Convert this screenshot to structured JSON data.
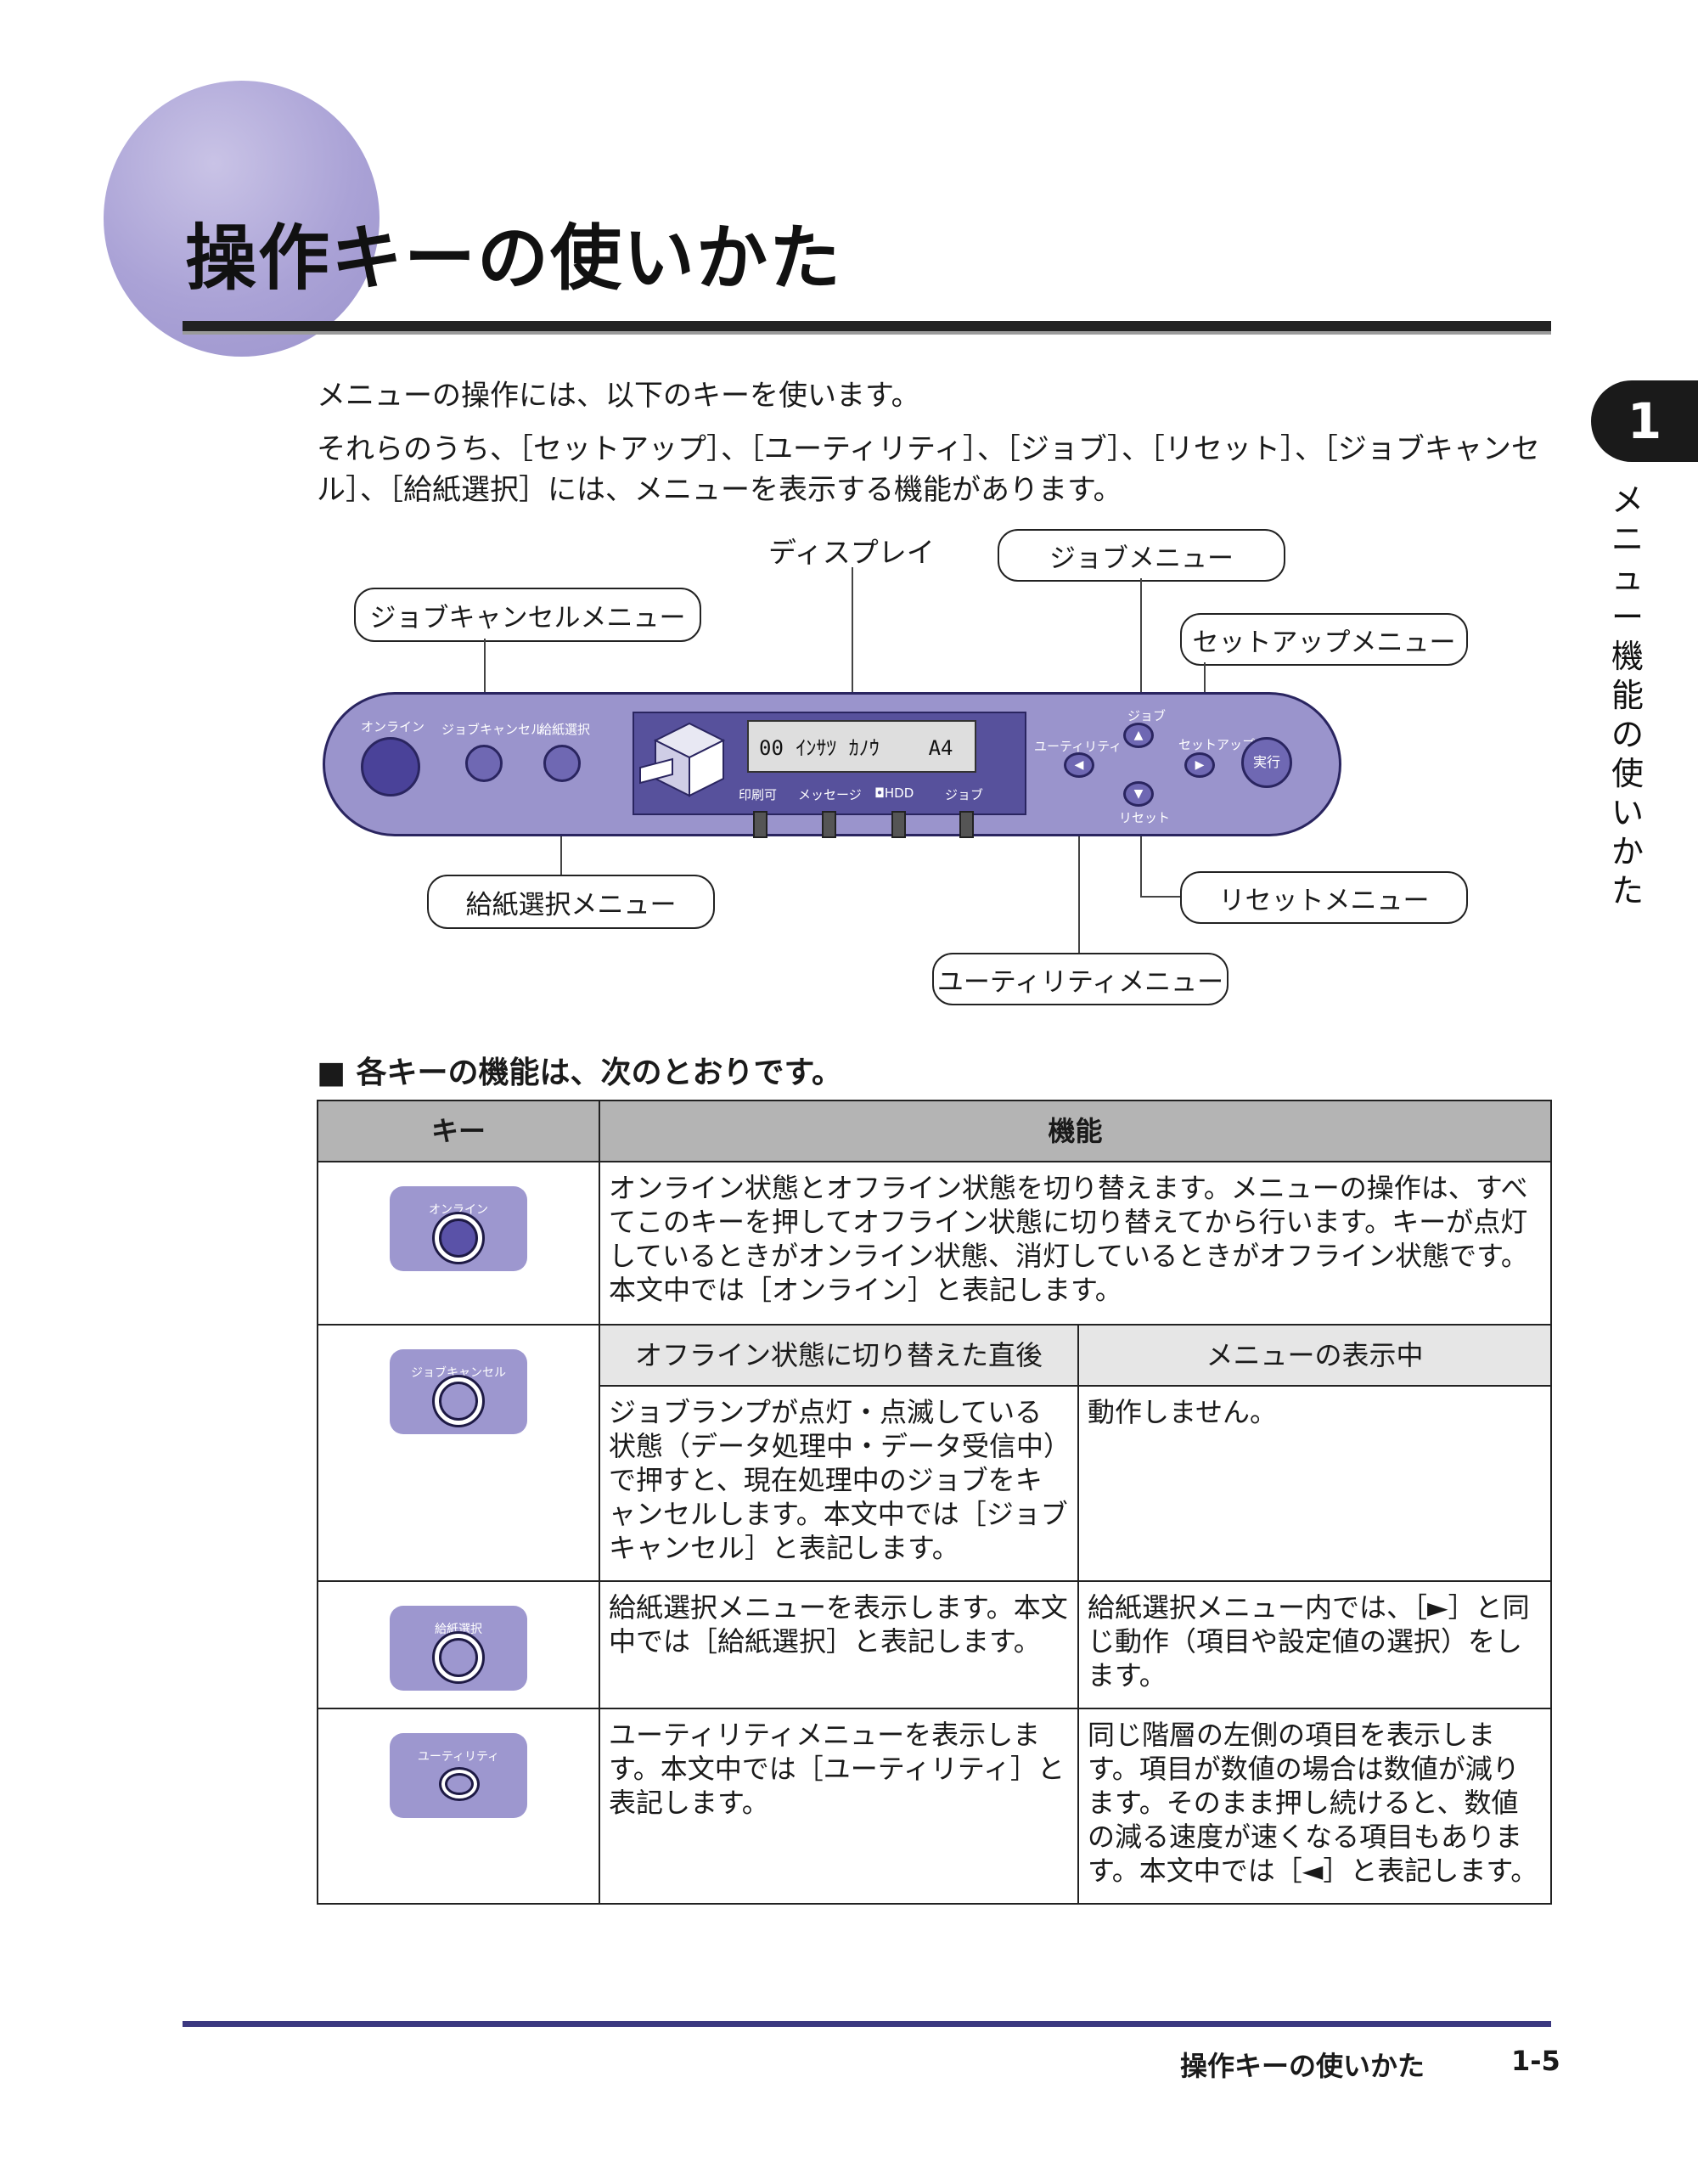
{
  "page": {
    "title": "操作キーの使いかた",
    "chapter_number": "1",
    "chapter_title": "メニュー機能の使いかた"
  },
  "intro": {
    "line1": "メニューの操作には、以下のキーを使います。",
    "line2": "それらのうち、［セットアップ］、［ユーティリティ］、［ジョブ］、［リセット］、［ジョブキャンセル］、［給紙選択］には、メニューを表示する機能があります。"
  },
  "diagram": {
    "callouts": {
      "display": "ディスプレイ",
      "job_menu": "ジョブメニュー",
      "job_cancel_menu": "ジョブキャンセルメニュー",
      "setup_menu": "セットアップメニュー",
      "paper_select_menu": "給紙選択メニュー",
      "reset_menu": "リセットメニュー",
      "utility_menu": "ユーティリティメニュー"
    },
    "panel": {
      "online": "オンライン",
      "job_cancel": "ジョブキャンセル",
      "paper_select": "給紙選択",
      "lcd_text": "00 ｲﾝｻﾂ ｶﾉｳ    A4",
      "leds": [
        "印刷可",
        "メッセージ",
        "◘HDD",
        "ジョブ"
      ],
      "utility": "ユーティリティ",
      "job": "ジョブ",
      "setup": "セットアップ",
      "reset": "リセット",
      "execute": "実行",
      "arrow_up": "▲",
      "arrow_down": "▼",
      "arrow_left": "◀",
      "arrow_right": "▶"
    }
  },
  "functions": {
    "heading": "■ 各キーの機能は、次のとおりです。",
    "header_key": "キー",
    "header_function": "機能",
    "sub_header_offline": "オフライン状態に切り替えた直後",
    "sub_header_menu": "メニューの表示中",
    "rows": [
      {
        "key_label": "オンライン",
        "description": "オンライン状態とオフライン状態を切り替えます。メニューの操作は、すべてこのキーを押してオフライン状態に切り替えてから行います。キーが点灯しているときがオンライン状態、消灯しているときがオフライン状態です。",
        "note": "本文中では［オンライン］と表記します。"
      },
      {
        "key_label": "ジョブキャンセル",
        "offline": "ジョブランプが点灯・点滅している状態（データ処理中・データ受信中）で押すと、現在処理中のジョブをキャンセルします。本文中では［ジョブキャンセル］と表記します。",
        "menu": "動作しません。"
      },
      {
        "key_label": "給紙選択",
        "offline": "給紙選択メニューを表示します。本文中では［給紙選択］と表記します。",
        "menu": "給紙選択メニュー内では、［►］と同じ動作（項目や設定値の選択）をします。"
      },
      {
        "key_label": "ユーティリティ",
        "offline": "ユーティリティメニューを表示します。本文中では［ユーティリティ］と表記します。",
        "menu": "同じ階層の左側の項目を表示します。項目が数値の場合は数値が減ります。そのまま押し続けると、数値の減る速度が速くなる項目もあります。本文中では［◄］と表記します。"
      }
    ]
  },
  "footer": {
    "title": "操作キーの使いかた",
    "page": "1-5"
  }
}
